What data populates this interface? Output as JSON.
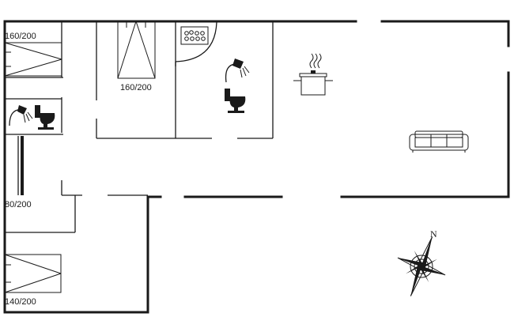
{
  "plan": {
    "bed_labels": {
      "top_left": "160/200",
      "middle": "160/200",
      "left_middle": "80/200",
      "bottom_left": "140/200"
    },
    "compass_north": "N"
  },
  "icons": {
    "beds": "bed-icon",
    "hob": "stove-icon",
    "shower": "shower-icon",
    "toilet": "toilet-icon",
    "kitchen": "cooking-pot-icon",
    "sofa": "sofa-icon",
    "compass": "compass-rose-icon"
  },
  "colors": {
    "lines": "#1a1a1a",
    "background": "#ffffff"
  }
}
